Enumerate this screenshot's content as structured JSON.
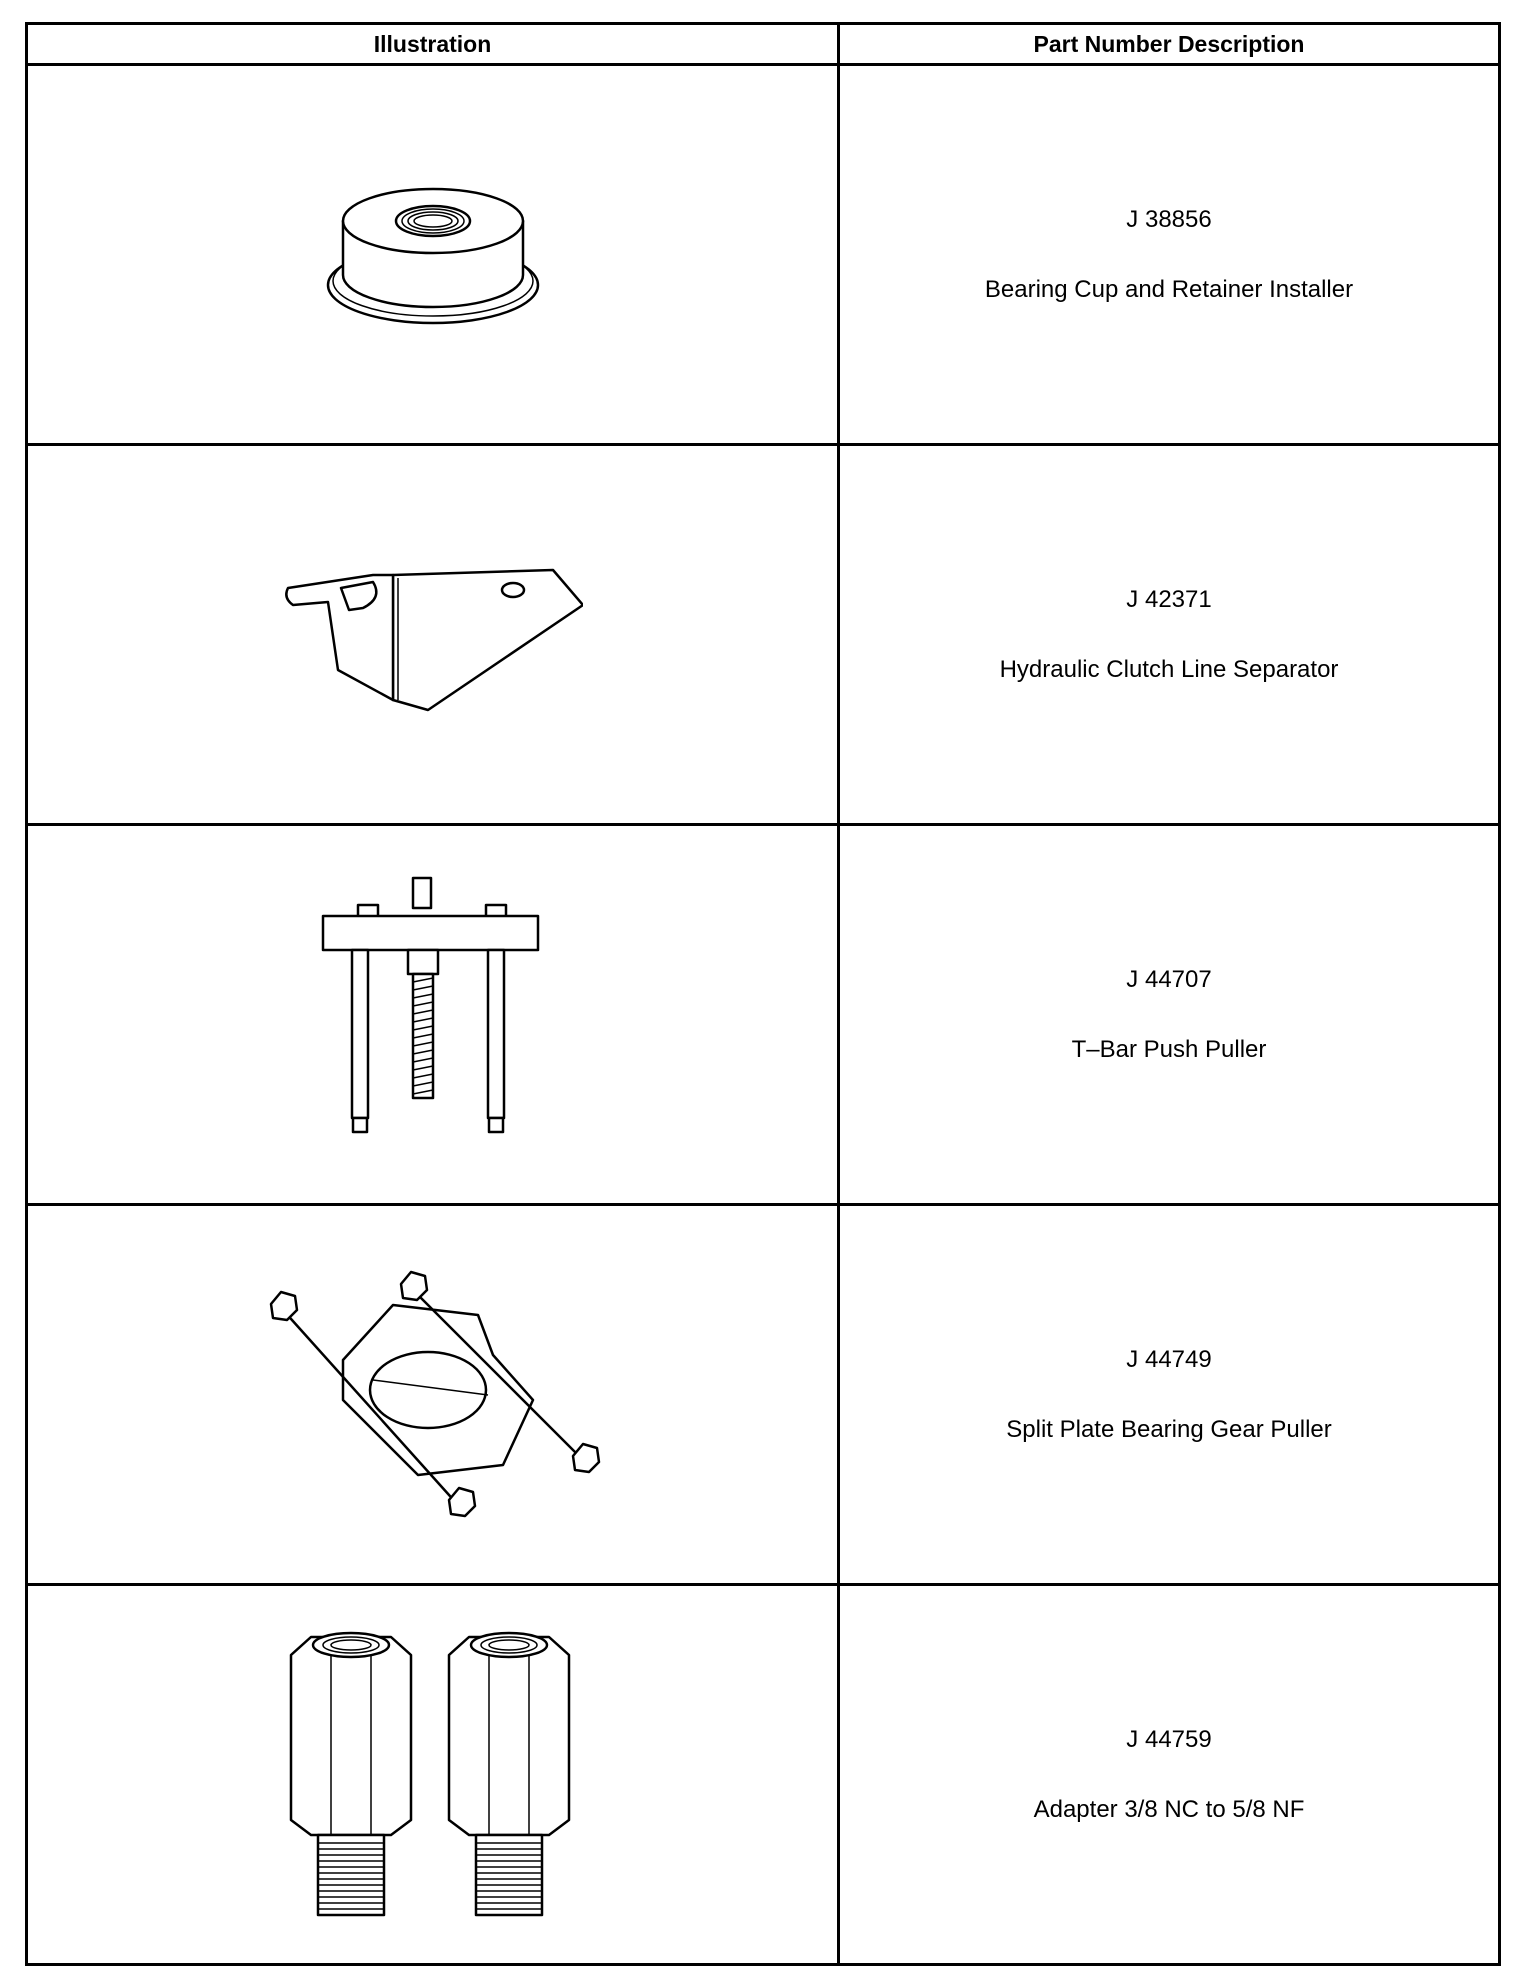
{
  "headers": {
    "illustration": "Illustration",
    "part_description": "Part Number Description"
  },
  "rows": [
    {
      "part_number": "J 38856",
      "description": "Bearing Cup and Retainer Installer",
      "icon": "bearing-cup-installer-icon"
    },
    {
      "part_number": "J 42371",
      "description": "Hydraulic Clutch Line Separator",
      "icon": "clutch-line-separator-icon"
    },
    {
      "part_number": "J 44707",
      "description": "T–Bar Push Puller",
      "icon": "t-bar-puller-icon"
    },
    {
      "part_number": "J 44749",
      "description": "Split Plate Bearing Gear Puller",
      "icon": "split-plate-puller-icon"
    },
    {
      "part_number": "J 44759",
      "description": "Adapter 3/8 NC to 5/8 NF",
      "icon": "adapter-icon"
    }
  ]
}
